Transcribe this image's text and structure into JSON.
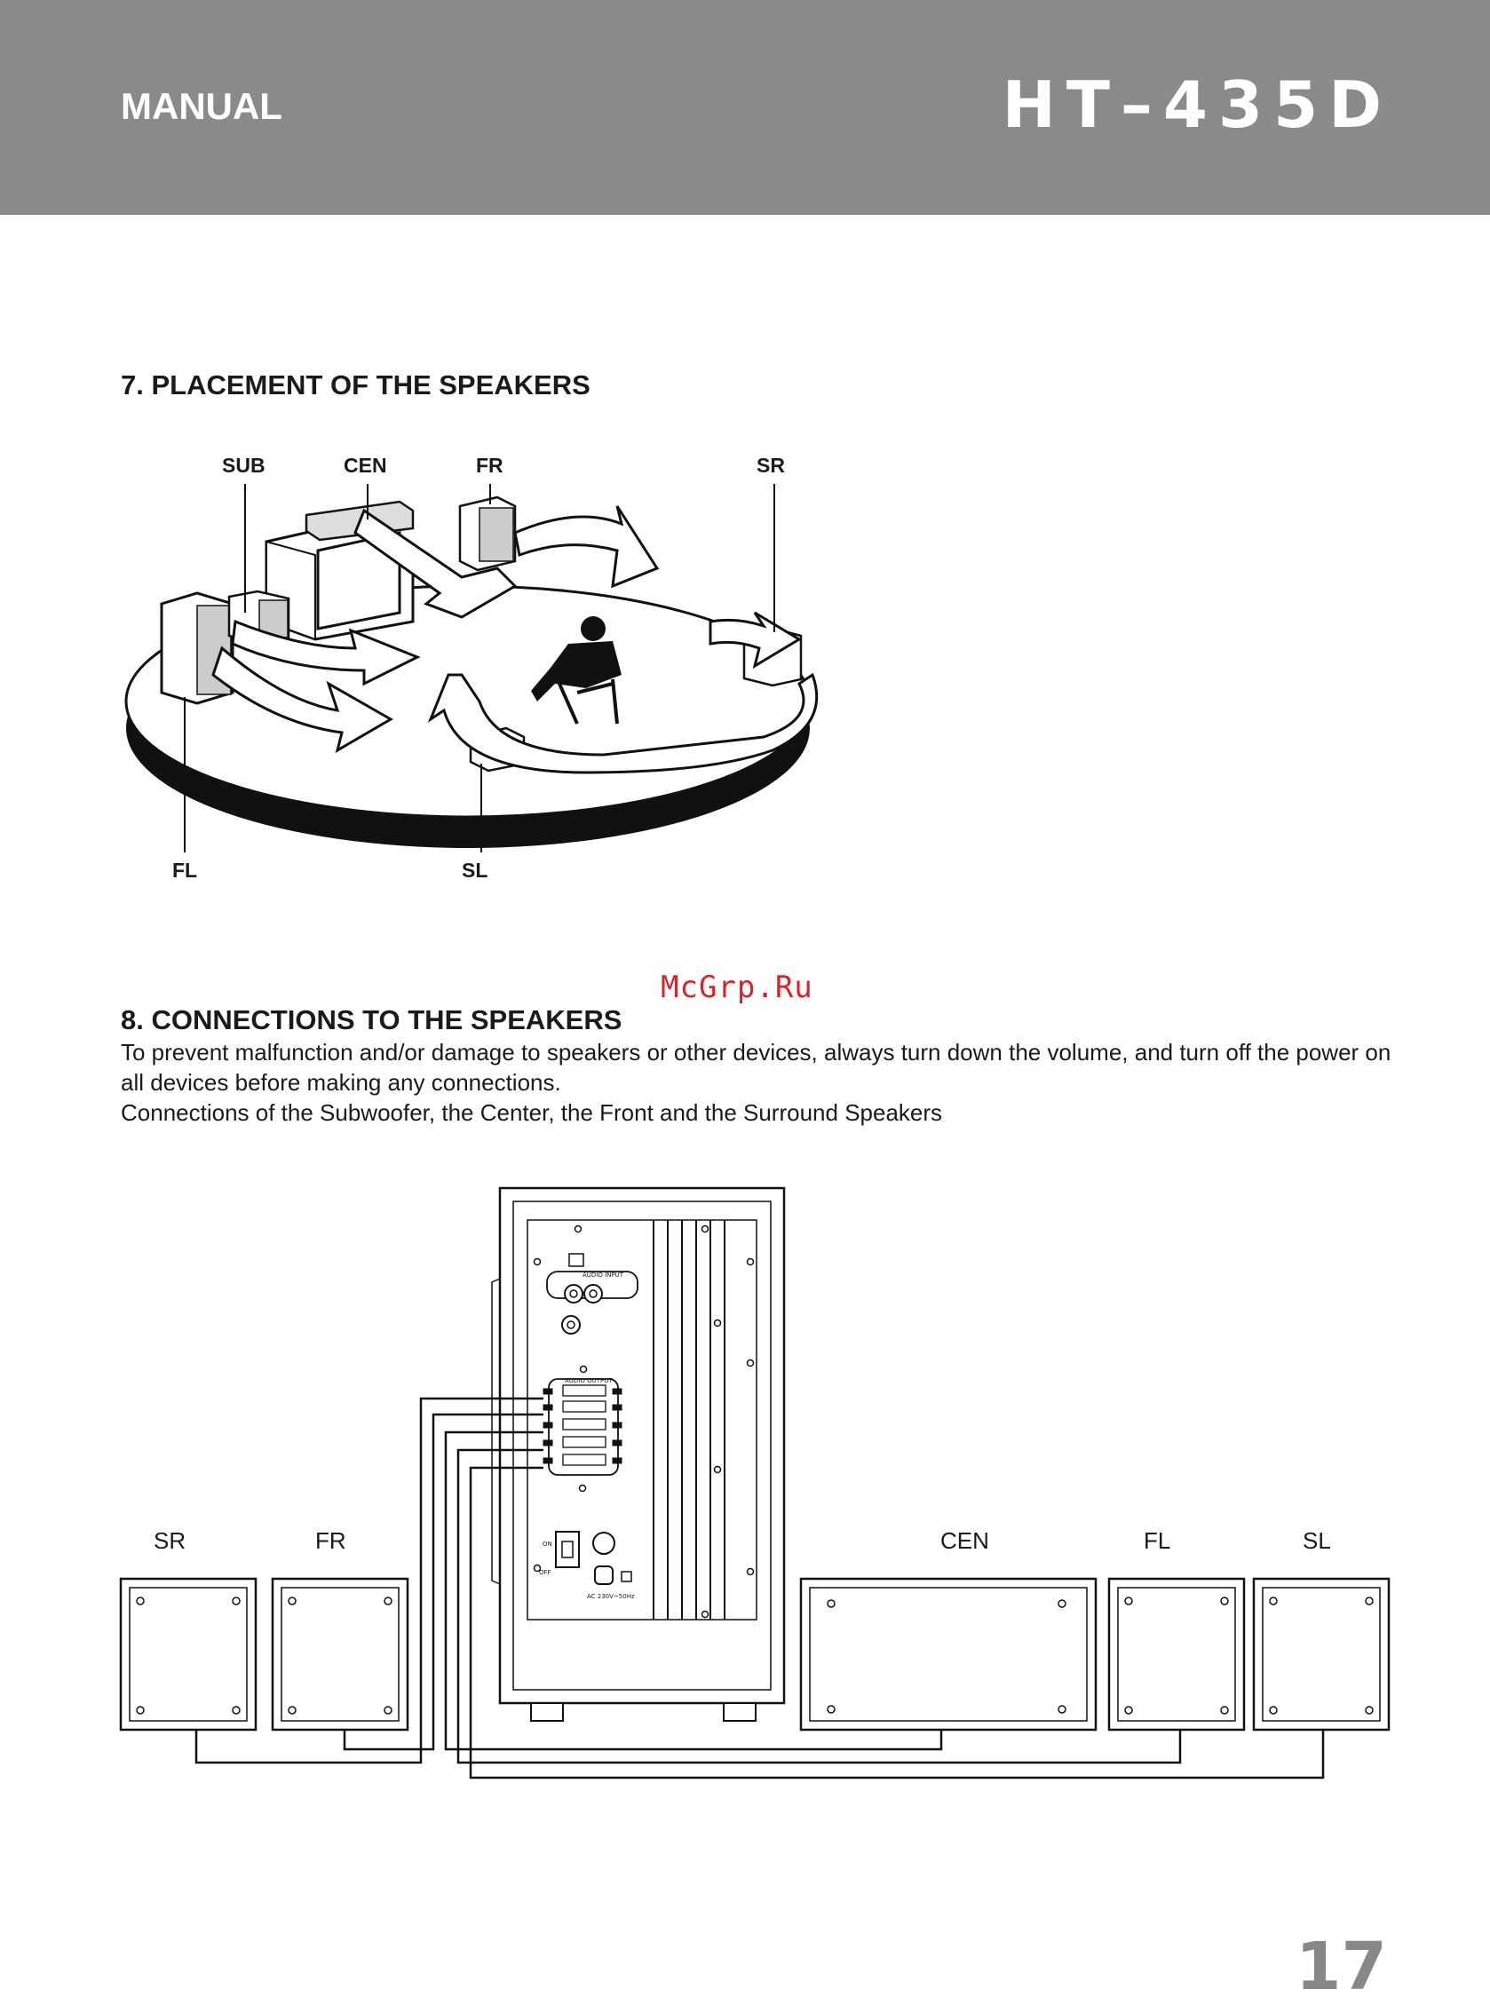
{
  "header": {
    "left_label": "MANUAL",
    "model": "HT–435D",
    "background_color": "#8a8a8a"
  },
  "watermark": "McGrp.Ru",
  "section7": {
    "title": "7. PLACEMENT OF THE SPEAKERS",
    "labels": {
      "sub": "SUB",
      "cen": "CEN",
      "fr": "FR",
      "sr": "SR",
      "fl": "FL",
      "sl": "SL"
    }
  },
  "section8": {
    "title": "8. CONNECTIONS TO THE SPEAKERS",
    "paragraph1": "To prevent malfunction and/or damage to speakers or other devices, always turn down the volume, and turn off the power on all devices before making any connections.",
    "paragraph2": "Connections of the Subwoofer, the Center, the Front and the Surround Speakers",
    "speaker_labels": {
      "sr": "SR",
      "fr": "FR",
      "cen": "CEN",
      "fl": "FL",
      "sl": "SL"
    },
    "panel": {
      "audio_input": "AUDIO INPUT",
      "audio_output": "AUDIO OUTPUT",
      "on": "ON",
      "off": "OFF",
      "power_spec": "AC 230V~50Hz"
    }
  },
  "page_number": "17"
}
